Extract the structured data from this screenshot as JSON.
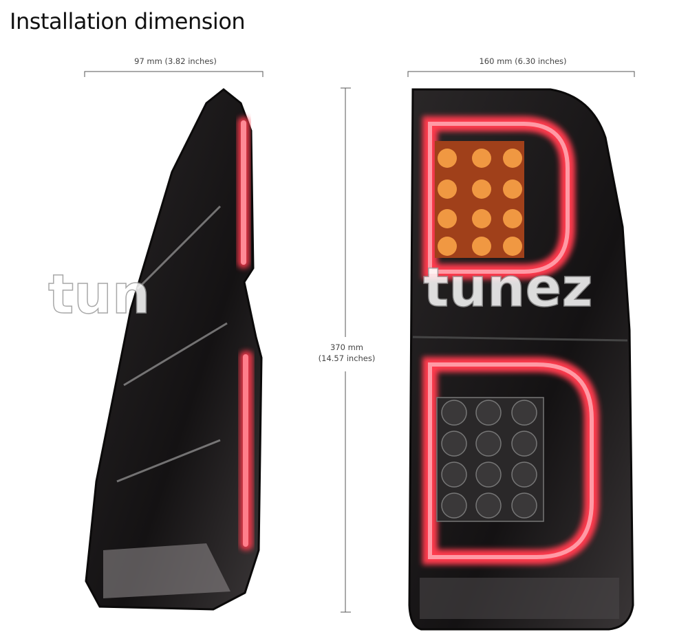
{
  "title": "Installation dimension",
  "dimensions": {
    "width_side": "97 mm (3.82 inches)",
    "height_mm": "370 mm",
    "height_in": "(14.57 inches)",
    "width_front": "160 mm (6.30 inches)"
  },
  "watermark": "tunez",
  "colors": {
    "housing": "#1c1a1b",
    "led_red": "#ff3b4e",
    "amber": "#ffa84a"
  }
}
